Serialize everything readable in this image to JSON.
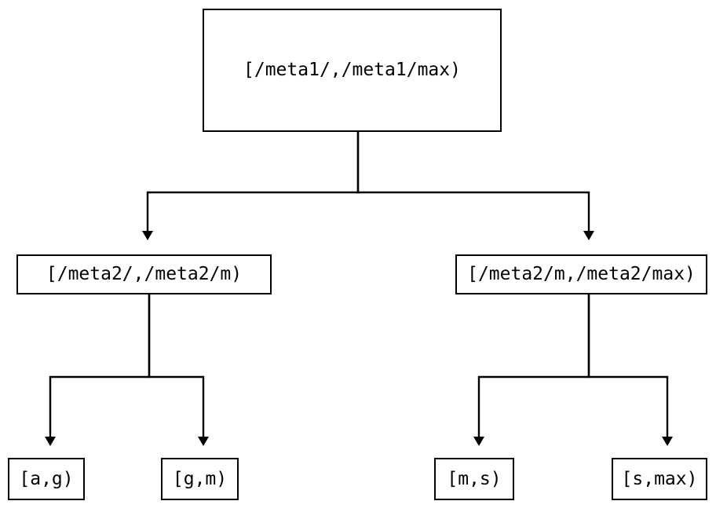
{
  "diagram": {
    "title": "interval-partition-tree",
    "type": "tree",
    "orientation": "top-down",
    "colors": {
      "node_border": "#000000",
      "node_fill": "#ffffff",
      "edge": "#000000",
      "text": "#000000",
      "background": "#ffffff"
    },
    "nodes": {
      "root": {
        "label": "[/meta1/,/meta1/max)",
        "level": 0
      },
      "mid_left": {
        "label": "[/meta2/,/meta2/m)",
        "level": 1
      },
      "mid_right": {
        "label": "[/meta2/m,/meta2/max)",
        "level": 1
      },
      "leaves": [
        {
          "label": "[a,g)",
          "level": 2,
          "parent": "mid_left"
        },
        {
          "label": "[g,m)",
          "level": 2,
          "parent": "mid_left"
        },
        {
          "label": "[m,s)",
          "level": 2,
          "parent": "mid_right"
        },
        {
          "label": "[s,max)",
          "level": 2,
          "parent": "mid_right"
        }
      ]
    },
    "edges": [
      {
        "from": "root",
        "to": "mid_left"
      },
      {
        "from": "root",
        "to": "mid_right"
      },
      {
        "from": "mid_left",
        "to": "[a,g)"
      },
      {
        "from": "mid_left",
        "to": "[g,m)"
      },
      {
        "from": "mid_right",
        "to": "[m,s)"
      },
      {
        "from": "mid_right",
        "to": "[s,max)"
      }
    ]
  }
}
